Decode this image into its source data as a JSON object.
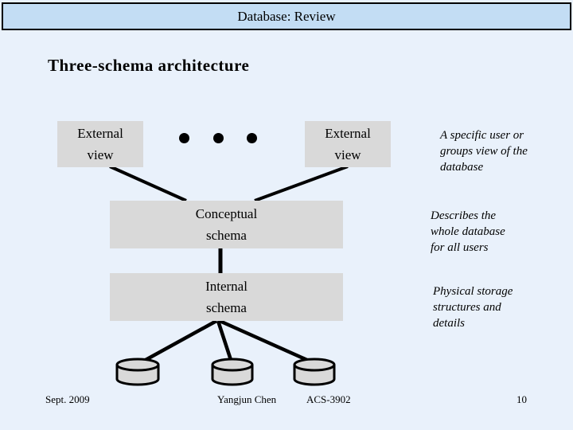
{
  "title_bar": {
    "title": "Database: Review"
  },
  "heading": "Three-schema architecture",
  "diagram": {
    "external_view_left": "External\nview",
    "external_view_right": "External\nview",
    "conceptual_schema": "Conceptual\nschema",
    "internal_schema": "Internal\nschema",
    "annotations": [
      "A specific user or\ngroups view of the\ndatabase",
      "Describes the\nwhole database\nfor all users",
      "Physical storage\nstructures and\ndetails"
    ]
  },
  "footer": {
    "date": "Sept. 2009",
    "author": "Yangjun Chen",
    "course": "ACS-3902",
    "page_number": "10"
  },
  "colors": {
    "background": "#e9f1fb",
    "title_bar_fill": "#c3ddf4",
    "box_fill": "#d9d9d9",
    "line_color": "#000000"
  }
}
